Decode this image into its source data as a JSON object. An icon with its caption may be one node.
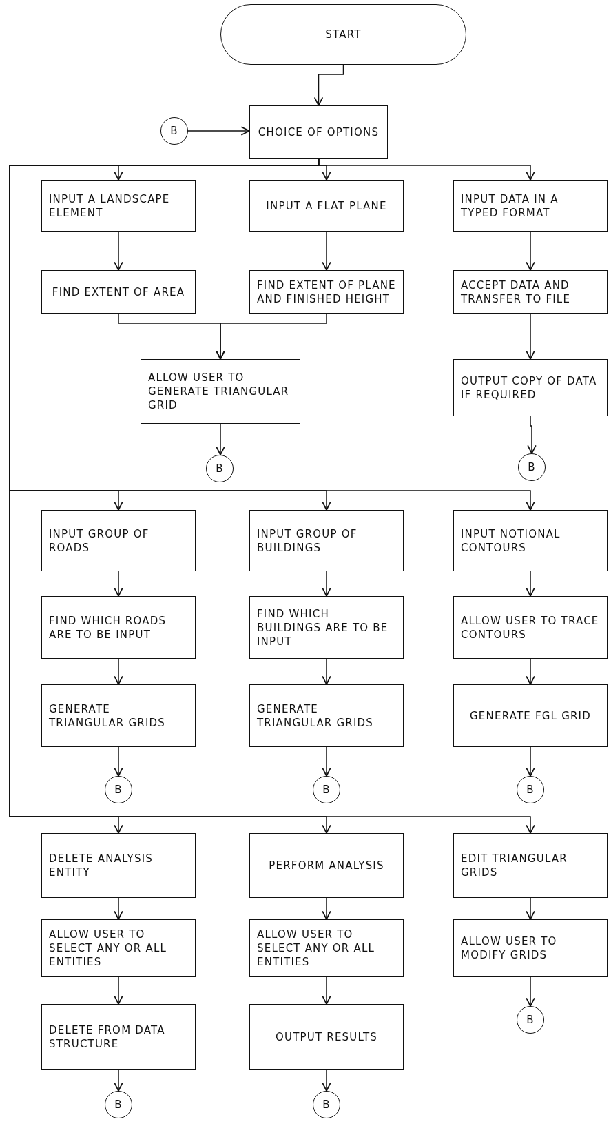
{
  "diagram": {
    "nodes": [
      {
        "text": [
          "START"
        ]
      },
      {
        "text": [
          "B"
        ]
      },
      {
        "text": [
          "CHOICE OF OPTIONS"
        ]
      },
      {
        "text": [
          "INPUT A LANDSCAPE ELEMENT"
        ]
      },
      {
        "text": [
          "INPUT A FLAT PLANE"
        ]
      },
      {
        "text": [
          "INPUT DATA IN A TYPED FORMAT"
        ]
      },
      {
        "text": [
          "FIND EXTENT OF AREA"
        ]
      },
      {
        "text": [
          "FIND EXTENT OF PLANE AND FINISHED HEIGHT"
        ]
      },
      {
        "text": [
          "ACCEPT DATA AND TRANSFER TO FILE"
        ]
      },
      {
        "text": [
          "ALLOW USER TO GENERATE TRIANGULAR GRID"
        ]
      },
      {
        "text": [
          "OUTPUT COPY OF DATA IF REQUIRED"
        ]
      },
      {
        "text": [
          "B"
        ]
      },
      {
        "text": [
          "B"
        ]
      },
      {
        "text": [
          "INPUT GROUP OF ROADS"
        ]
      },
      {
        "text": [
          "INPUT GROUP OF BUILDINGS"
        ]
      },
      {
        "text": [
          "INPUT NOTIONAL CONTOURS"
        ]
      },
      {
        "text": [
          "FIND WHICH ROADS ARE TO BE INPUT"
        ]
      },
      {
        "text": [
          "FIND WHICH BUILDINGS ARE TO BE INPUT"
        ]
      },
      {
        "text": [
          "ALLOW USER TO TRACE CONTOURS"
        ]
      },
      {
        "text": [
          "GENERATE TRIANGULAR GRIDS"
        ]
      },
      {
        "text": [
          "GENERATE TRIANGULAR GRIDS"
        ]
      },
      {
        "text": [
          "GENERATE FGL GRID"
        ]
      },
      {
        "text": [
          "B"
        ]
      },
      {
        "text": [
          "B"
        ]
      },
      {
        "text": [
          "B"
        ]
      },
      {
        "text": [
          "DELETE ANALYSIS ENTITY"
        ]
      },
      {
        "text": [
          "PERFORM ANALYSIS"
        ]
      },
      {
        "text": [
          "EDIT TRIANGULAR GRIDS"
        ]
      },
      {
        "text": [
          "ALLOW USER TO SELECT ANY OR ALL ENTITIES"
        ]
      },
      {
        "text": [
          "ALLOW USER TO SELECT ANY OR ALL ENTITIES"
        ]
      },
      {
        "text": [
          "ALLOW USER TO MODIFY GRIDS"
        ]
      },
      {
        "text": [
          "DELETE FROM DATA STRUCTURE"
        ]
      },
      {
        "text": [
          "OUTPUT RESULTS"
        ]
      },
      {
        "text": [
          "B"
        ]
      },
      {
        "text": [
          "B"
        ]
      },
      {
        "text": [
          "B"
        ]
      }
    ],
    "edges": [
      {
        "from": 0,
        "to": 2,
        "arrow": "to"
      },
      {
        "from": 1,
        "to": 2,
        "arrow": "to"
      },
      {
        "from": 2,
        "to": 3,
        "arrow": "to"
      },
      {
        "from": 2,
        "to": 4,
        "arrow": "to"
      },
      {
        "from": 2,
        "to": 5,
        "arrow": "to"
      },
      {
        "from": 2,
        "to": 13,
        "arrow": "to"
      },
      {
        "from": 2,
        "to": 14,
        "arrow": "to"
      },
      {
        "from": 2,
        "to": 15,
        "arrow": "to"
      },
      {
        "from": 2,
        "to": 25,
        "arrow": "to"
      },
      {
        "from": 2,
        "to": 26,
        "arrow": "to"
      },
      {
        "from": 2,
        "to": 27,
        "arrow": "to"
      },
      {
        "from": 3,
        "to": 6,
        "arrow": "to"
      },
      {
        "from": 4,
        "to": 7,
        "arrow": "to"
      },
      {
        "from": 5,
        "to": 8,
        "arrow": "to"
      },
      {
        "from": 6,
        "to": 9,
        "arrow": "to"
      },
      {
        "from": 7,
        "to": 9,
        "arrow": "to"
      },
      {
        "from": 8,
        "to": 10,
        "arrow": "to"
      },
      {
        "from": 9,
        "to": 11,
        "arrow": "to"
      },
      {
        "from": 10,
        "to": 12,
        "arrow": "to"
      },
      {
        "from": 13,
        "to": 16,
        "arrow": "to"
      },
      {
        "from": 16,
        "to": 19,
        "arrow": "to"
      },
      {
        "from": 19,
        "to": 22,
        "arrow": "to"
      },
      {
        "from": 14,
        "to": 17,
        "arrow": "to"
      },
      {
        "from": 17,
        "to": 20,
        "arrow": "to"
      },
      {
        "from": 20,
        "to": 23,
        "arrow": "to"
      },
      {
        "from": 15,
        "to": 18,
        "arrow": "to"
      },
      {
        "from": 18,
        "to": 21,
        "arrow": "to"
      },
      {
        "from": 21,
        "to": 24,
        "arrow": "to"
      },
      {
        "from": 25,
        "to": 28,
        "arrow": "to"
      },
      {
        "from": 28,
        "to": 31,
        "arrow": "to"
      },
      {
        "from": 31,
        "to": 34,
        "arrow": "to"
      },
      {
        "from": 26,
        "to": 29,
        "arrow": "to"
      },
      {
        "from": 29,
        "to": 32,
        "arrow": "to"
      },
      {
        "from": 32,
        "to": 35,
        "arrow": "to"
      },
      {
        "from": 27,
        "to": 30,
        "arrow": "to"
      },
      {
        "from": 30,
        "to": 33,
        "arrow": "to"
      }
    ]
  }
}
